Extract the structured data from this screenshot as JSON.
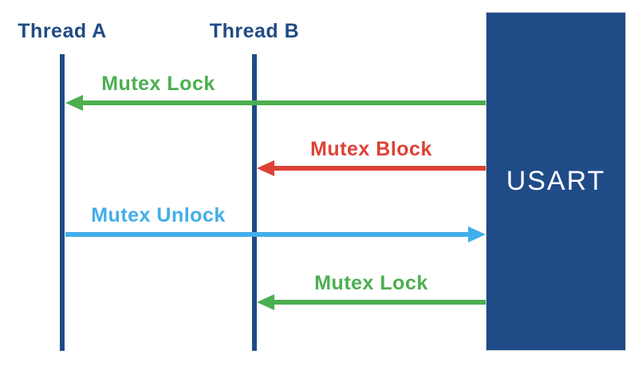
{
  "diagram": {
    "lifelines": [
      {
        "id": "thread-a",
        "label": "Thread A"
      },
      {
        "id": "thread-b",
        "label": "Thread B"
      }
    ],
    "box": {
      "label": "USART"
    },
    "messages": [
      {
        "label": "Mutex Lock",
        "color": "green",
        "from": "USART",
        "to": "Thread A",
        "direction": "left"
      },
      {
        "label": "Mutex Block",
        "color": "red",
        "from": "USART",
        "to": "Thread B",
        "direction": "left"
      },
      {
        "label": "Mutex Unlock",
        "color": "blue",
        "from": "Thread A",
        "to": "USART",
        "direction": "right"
      },
      {
        "label": "Mutex Lock",
        "color": "green",
        "from": "USART",
        "to": "Thread B",
        "direction": "left"
      }
    ]
  },
  "colors": {
    "navy": "#1f4b87",
    "green": "#4caf50",
    "red": "#dd4236",
    "blue": "#41aee9",
    "box_border": "#c9ced9",
    "usart_text": "#ffffff",
    "background": "#ffffff"
  }
}
